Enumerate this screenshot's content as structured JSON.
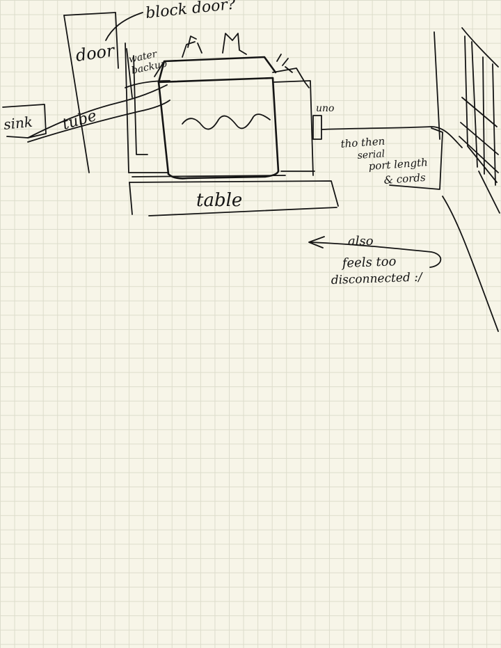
{
  "labels": {
    "block_door": "block door?",
    "door": "door",
    "water_backup": "water\nbackup",
    "sink": "sink",
    "tube": "tube",
    "uno": "uno",
    "table": "table",
    "note_line1": "tho then",
    "note_line2": "serial",
    "note_line3": "port length",
    "note_line4": "& cords",
    "also_line1": "also",
    "also_line2": "feels too",
    "also_line3": "disconnected :/"
  },
  "colors": {
    "paper": "#f7f5e8",
    "grid": "#dcdccb",
    "ink": "#141414"
  }
}
